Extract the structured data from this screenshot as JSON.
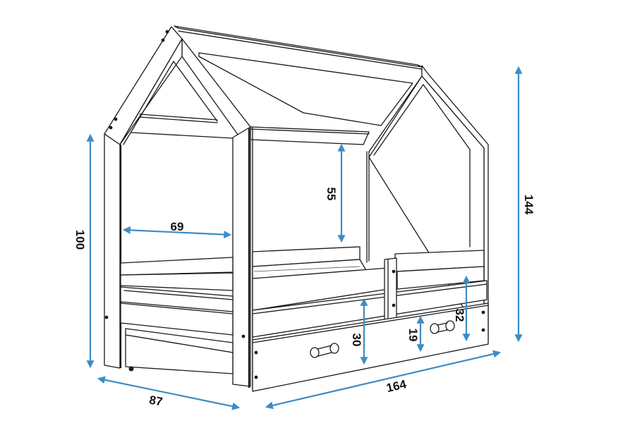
{
  "diagram": {
    "subject": "House-shaped children's bed with drawer",
    "line_color": "#1a1a1a",
    "dimension_color": "#3d8cc4",
    "dimensions": {
      "total_height": {
        "value": "100",
        "label": "100"
      },
      "inner_width": {
        "value": "69",
        "label": "69"
      },
      "roof_gap_height": {
        "value": "55",
        "label": "55"
      },
      "overall_height": {
        "value": "144",
        "label": "144"
      },
      "mattress_height": {
        "value": "30",
        "label": "30"
      },
      "drawer_height": {
        "value": "19",
        "label": "19"
      },
      "guard_rail_height": {
        "value": "32",
        "label": "32"
      },
      "depth": {
        "value": "87",
        "label": "87"
      },
      "length": {
        "value": "164",
        "label": "164"
      }
    }
  }
}
